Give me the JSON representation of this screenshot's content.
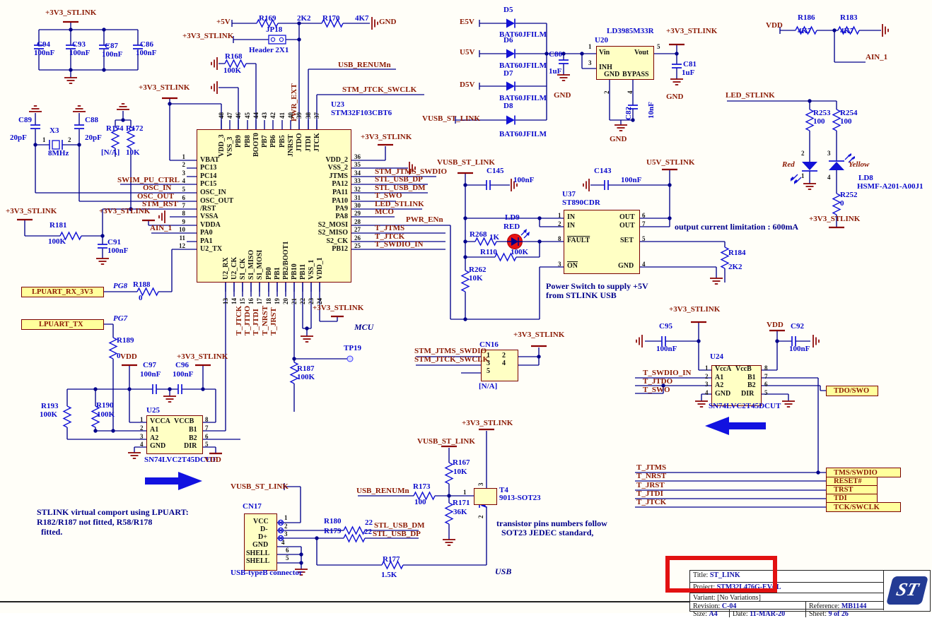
{
  "rails": {
    "p3v3": "+3V3_STLINK",
    "p5v": "+5V",
    "vdd": "VDD",
    "gnd": "GND",
    "e5v": "E5V",
    "u5v": "U5V",
    "d5v": "D5V",
    "vusb": "VUSB_ST_LINK",
    "u5v_stlink": "U5V_STLINK"
  },
  "nets": {
    "usb_renum": "USB_RENUMn",
    "stm_jtck_swclk": "STM_JTCK_SWCLK",
    "stm_jtms_swdio": "STM_JTMS_SWDIO",
    "swim_pu_ctrl": "SWIM_PU_CTRL",
    "osc_in": "OSC_IN",
    "osc_out": "OSC_OUT",
    "stm_rst": "STM_RST",
    "ain1": "AIN_1",
    "stl_usb_dp": "STL_USB_DP",
    "stl_usb_dm": "STL_USB_DM",
    "t_swo": "T_SWO",
    "led_stlink": "LED_STLINK",
    "mco": "MCO",
    "pwr_enn": "PWR_ENn",
    "t_jtms": "T_JTMS",
    "t_jtck": "T_JTCK",
    "t_swdio_in": "T_SWDIO_IN",
    "t_jtdo": "T_JTDO",
    "t_jtdi": "T_JTDI",
    "t_nrst": "T_NRST",
    "t_jrst": "T_JRST",
    "pwr_ext": "PWR_EXT",
    "mcu": "MCU",
    "usb": "USB",
    "pg8": "PG8",
    "pg7": "PG7",
    "red": "Red",
    "yellow": "Yellow"
  },
  "boxes": {
    "lpuart_rx": "LPUART_RX_3V3",
    "lpuart_tx": "LPUART_TX",
    "tdo_swo": "TDO/SWO",
    "tms_swdio": "TMS/SWDIO",
    "reset": "RESET#",
    "trst": "TRST",
    "tdi": "TDI",
    "tck_swclk": "TCK/SWCLK"
  },
  "parts": {
    "c94": [
      "C94",
      "100nF"
    ],
    "c93": [
      "C93",
      "100nF"
    ],
    "c87": [
      "C87",
      "100nF"
    ],
    "c86": [
      "C86",
      "100nF"
    ],
    "c89": [
      "C89",
      "20pF"
    ],
    "c88": [
      "C88",
      "20pF"
    ],
    "x3": [
      "X3",
      "8MHz"
    ],
    "r174": [
      "R174",
      "[N/A]"
    ],
    "r172": [
      "R172",
      "10K"
    ],
    "r169": [
      "R169",
      "2K2"
    ],
    "r170": [
      "R170",
      "4K7"
    ],
    "jp18": [
      "JP18",
      "Header 2X1"
    ],
    "r168": [
      "R168",
      "100K"
    ],
    "u23": [
      "U23",
      "STM32F103CBT6"
    ],
    "r181": [
      "R181",
      "100K"
    ],
    "c91": [
      "C91",
      "100nF"
    ],
    "r188": [
      "R188",
      "0"
    ],
    "r189": [
      "R189",
      "0"
    ],
    "r193": [
      "R193",
      "100K"
    ],
    "r190": [
      "R190",
      "100K"
    ],
    "c97": [
      "C97",
      "100nF"
    ],
    "c96": [
      "C96",
      "100nF"
    ],
    "u25": [
      "U25",
      "SN74LVC2T45DCUT"
    ],
    "r187": [
      "R187",
      "100K"
    ],
    "tp19": [
      "TP19"
    ],
    "cn16": [
      "CN16",
      "[N/A]"
    ],
    "d5": [
      "D5",
      "BAT60JFILM"
    ],
    "d6": [
      "D6",
      "BAT60JFILM"
    ],
    "d7": [
      "D7",
      "BAT60JFILM"
    ],
    "d8": [
      "D8",
      "BAT60JFILM"
    ],
    "c80": [
      "C80",
      "1uF"
    ],
    "u20": [
      "U20",
      "LD3985M33R"
    ],
    "c82": [
      "C82",
      "10nF"
    ],
    "c81": [
      "C81",
      "1uF"
    ],
    "r186": [
      "R186",
      "4K7"
    ],
    "r183": [
      "R183",
      "4K7"
    ],
    "r253": [
      "R253",
      "100"
    ],
    "r254": [
      "R254",
      "100"
    ],
    "r252": [
      "R252",
      "0"
    ],
    "ld8": [
      "LD8",
      "HSMF-A201-A00J1"
    ],
    "c145": [
      "C145",
      "100nF"
    ],
    "c143": [
      "C143",
      "100nF"
    ],
    "u37": [
      "U37",
      "ST890CDR"
    ],
    "ld9": [
      "LD9",
      "RED"
    ],
    "r268": [
      "R268",
      "1K"
    ],
    "r110": [
      "R110",
      "100K"
    ],
    "r262": [
      "R262",
      "10K"
    ],
    "r184": [
      "R184",
      "2K2"
    ],
    "r167": [
      "R167",
      "10K"
    ],
    "r173": [
      "R173",
      "100"
    ],
    "r171": [
      "R171",
      "36K"
    ],
    "t4": [
      "T4",
      "9013-SOT23"
    ],
    "r180": [
      "R180",
      "22"
    ],
    "r179": [
      "R179",
      "22"
    ],
    "r177": [
      "R177",
      "1.5K"
    ],
    "cn17": [
      "CN17",
      "USB-typeB connector"
    ],
    "c95": [
      "C95",
      "100nF"
    ],
    "c92": [
      "C92",
      "100nF"
    ],
    "u24": [
      "U24",
      "SN74LVC2T45DCUT"
    ]
  },
  "u23": {
    "left": [
      [
        "1",
        "VBAT"
      ],
      [
        "2",
        "PC13"
      ],
      [
        "3",
        "PC14"
      ],
      [
        "4",
        "PC15"
      ],
      [
        "5",
        "OSC_IN"
      ],
      [
        "6",
        "OSC_OUT"
      ],
      [
        "7",
        "/RST"
      ],
      [
        "8",
        "VSSA"
      ],
      [
        "9",
        "VDDA"
      ],
      [
        "10",
        "PA0"
      ],
      [
        "11",
        "PA1"
      ],
      [
        "12",
        "U2_TX"
      ]
    ],
    "right": [
      [
        "36",
        "VDD_2"
      ],
      [
        "35",
        "VSS_2"
      ],
      [
        "34",
        "JTMS"
      ],
      [
        "33",
        "PA12"
      ],
      [
        "32",
        "PA11"
      ],
      [
        "31",
        "PA10"
      ],
      [
        "30",
        "PA9"
      ],
      [
        "29",
        "PA8"
      ],
      [
        "28",
        "S2_MOSI"
      ],
      [
        "27",
        "S2_MISO"
      ],
      [
        "26",
        "S2_CK"
      ],
      [
        "25",
        "PB12"
      ]
    ],
    "top": [
      [
        "48",
        "VDD_3"
      ],
      [
        "47",
        "VSS_3"
      ],
      [
        "46",
        "PB9"
      ],
      [
        "45",
        "PB8"
      ],
      [
        "44",
        "BOOT0"
      ],
      [
        "43",
        "PB7"
      ],
      [
        "42",
        "PB6"
      ],
      [
        "41",
        "PB5"
      ],
      [
        "40",
        "JNRST"
      ],
      [
        "39",
        "JTDO"
      ],
      [
        "38",
        "JTDI"
      ],
      [
        "37",
        "JTCK"
      ]
    ],
    "bottom": [
      [
        "13",
        "U2_RX"
      ],
      [
        "14",
        "U2_CK"
      ],
      [
        "15",
        "S1_CK"
      ],
      [
        "16",
        "S1_MISO"
      ],
      [
        "17",
        "S1_MOSI"
      ],
      [
        "18",
        "PB0"
      ],
      [
        "19",
        "PB1"
      ],
      [
        "20",
        "PB2/BOOT1"
      ],
      [
        "21",
        "PB10"
      ],
      [
        "22",
        "PB11"
      ],
      [
        "23",
        "VSS_1"
      ],
      [
        "24",
        "VDD_1"
      ]
    ]
  },
  "ic": {
    "u20": {
      "ln": [
        "Vin",
        "INH"
      ],
      "bn": [
        "GND",
        "BYPASS"
      ],
      "rn": [
        "Vout"
      ],
      "lq": [
        "1",
        "3"
      ],
      "rq": [
        "5"
      ],
      "bq": [
        "2",
        "4"
      ]
    },
    "u37": {
      "ln": [
        "IN",
        "IN",
        "FAULT",
        "ON"
      ],
      "rn": [
        "OUT",
        "OUT",
        "SET",
        "GND"
      ],
      "lq": [
        "1",
        "2",
        "8",
        "3"
      ],
      "rq": [
        "6",
        "7",
        "5",
        "4"
      ]
    },
    "u25": {
      "ln": [
        "VCCA",
        "A1",
        "A2",
        "GND"
      ],
      "rn": [
        "VCCB",
        "B1",
        "B2",
        "DIR"
      ],
      "lq": [
        "1",
        "2",
        "3",
        "4"
      ],
      "rq": [
        "8",
        "7",
        "6",
        "5"
      ]
    },
    "u24": {
      "ln": [
        "VccA",
        "A1",
        "A2",
        "GND"
      ],
      "rn": [
        "VccB",
        "B1",
        "B2",
        "DIR"
      ],
      "lq": [
        "1",
        "2",
        "3",
        "4"
      ],
      "rq": [
        "8",
        "7",
        "6",
        "5"
      ]
    },
    "cn16": [
      "1",
      "2",
      "3",
      "4",
      "5"
    ],
    "cn17": {
      "n": [
        "VCC",
        "D-",
        "D+",
        "GND",
        "SHELL",
        "SHELL"
      ],
      "q": [
        "1",
        "2",
        "3",
        "4",
        "6",
        "5"
      ]
    },
    "t4": {
      "q": [
        "1",
        "3",
        "2"
      ]
    },
    "x3": [
      "1",
      "2"
    ],
    "ld8": [
      "2",
      "3",
      "1",
      "4"
    ]
  },
  "notes": {
    "comport1": "STLINK virtual comport using LPUART:",
    "comport2": "R182/R187 not fitted, R58/R178",
    "comport3": " fitted.",
    "power_switch1": "Power Switch to supply +5V",
    "power_switch2": "from STLINK USB",
    "transistor1": "transistor pins numbers follow",
    "transistor2": "SOT23 JEDEC standard,",
    "current_limit": "output current limitation : 600mA"
  },
  "title_block": {
    "title_label": "Title:",
    "title": "ST_LINK",
    "project_label": "Project:",
    "project": "STM32L476G-EVAL",
    "variant_label": "Variant:",
    "variant": "[No Variations]",
    "revision_label": "Revision:",
    "revision": "C-04",
    "reference_label": "Reference:",
    "reference": "MB1144",
    "size_label": "Size:",
    "size": "A4",
    "date_label": "Date:",
    "date": "11-MAR-20",
    "sheet_label": "Sheet:",
    "sheet": "9  of  26",
    "logo": "ST"
  }
}
